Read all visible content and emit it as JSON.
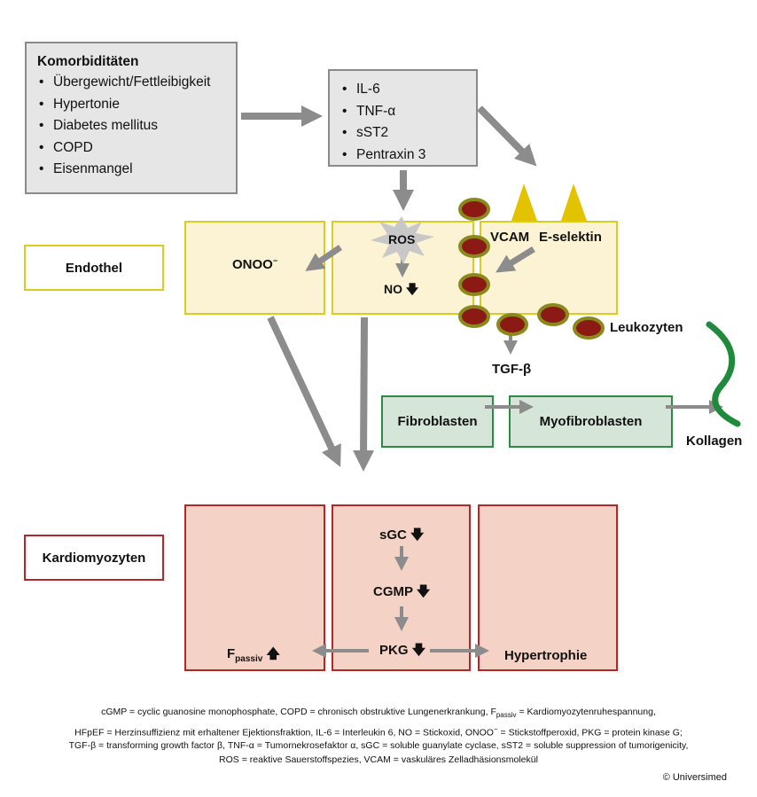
{
  "komorbiditaeten": {
    "title": "Komorbiditäten",
    "items": [
      "Übergewicht/Fettleibigkeit",
      "Hypertonie",
      "Diabetes mellitus",
      "COPD",
      "Eisenmangel"
    ]
  },
  "cytokines": {
    "items": [
      "IL-6",
      "TNF-α",
      "sST2",
      "Pentraxin 3"
    ]
  },
  "endothel": {
    "label": "Endothel",
    "onoo": "ONOO",
    "onoo_sup": "−",
    "ros": "ROS",
    "no": "NO",
    "vcam": "VCAM",
    "eselektin": "E-selektin"
  },
  "leukozyten": "Leukozyten",
  "tgf": "TGF-β",
  "fibroblasten": "Fibroblasten",
  "myofibroblasten": "Myofibroblasten",
  "kollagen": "Kollagen",
  "kardiomyozyten": {
    "label": "Kardiomyozyten",
    "sgc": "sGC",
    "cgmp": "CGMP",
    "pkg": "PKG",
    "fpassiv_main": "F",
    "fpassiv_sub": "passiv",
    "hypertrophie": "Hypertrophie"
  },
  "footnote": {
    "line1_a": "cGMP = cyclic guanosine monophosphate, COPD = chronisch obstruktive Lungenerkrankung, F",
    "line1_sub": "passiv",
    "line1_b": " = Kardiomyozytenruhespannung,",
    "line2_a": "HFpEF = Herzinsuffizienz mit erhaltener Ejektionsfraktion, IL-6 = Interleukin 6, NO = Stickoxid, ONOO",
    "line2_sup": "−",
    "line2_b": " = Stickstoffperoxid, PKG = protein kinase G;",
    "line3": "TGF-β = transforming growth factor β, TNF-α = Tumornekrosefaktor α, sGC = soluble guanylate cyclase, sST2 = soluble suppression of tumorigenicity,",
    "line4": "ROS = reaktive Sauerstoffspezies, VCAM = vaskuläres Zelladhäsionsmolekül"
  },
  "copyright": "© Universimed",
  "colors": {
    "arrow": "#8c8c8c",
    "endothel_border": "#dccb20",
    "endothel_fill": "#fbf3d3",
    "fibro_border": "#2e8b45",
    "fibro_fill": "#d5e6d9",
    "kardio_border": "#b5262a",
    "kardio_fill": "#f5d2c6",
    "leukocyte": "#8b1a14",
    "leukocyte_ring": "#8a8a1c",
    "triangle": "#e3c200",
    "collagen": "#1f8a3c",
    "ros_star": "#c8c8c8"
  }
}
